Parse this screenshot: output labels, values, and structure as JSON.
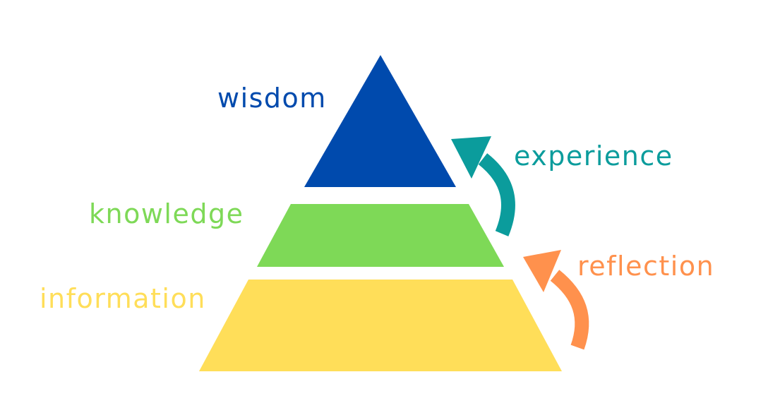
{
  "diagram": {
    "levels": [
      {
        "id": "wisdom",
        "label": "wisdom",
        "color": "#004AAD"
      },
      {
        "id": "knowledge",
        "label": "knowledge",
        "color": "#7ED957"
      },
      {
        "id": "information",
        "label": "information",
        "color": "#FFDE59"
      }
    ],
    "transitions": [
      {
        "id": "experience",
        "label": "experience",
        "color": "#0B9C9C"
      },
      {
        "id": "reflection",
        "label": "reflection",
        "color": "#FF914D"
      }
    ]
  }
}
